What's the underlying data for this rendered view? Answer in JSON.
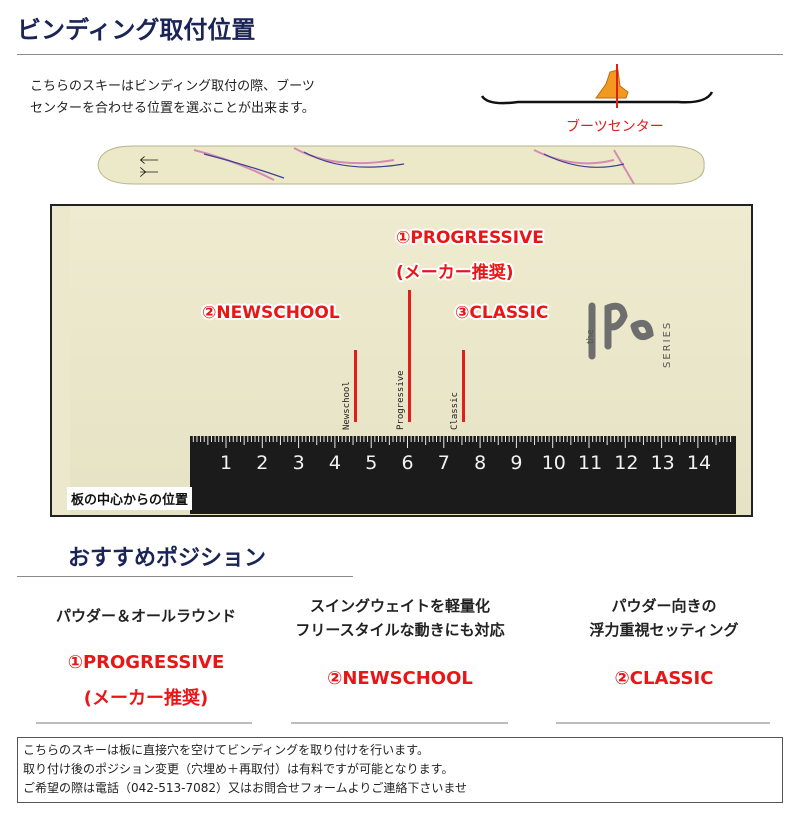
{
  "page": {
    "title": "ビンディング取付位置",
    "intro_lines": [
      "こちらのスキーはビンディング取付の際、ブーツ",
      "センターを合わせる位置を選ぶことが出来ます。"
    ],
    "boot_center_label": "ブーツセンター"
  },
  "photo": {
    "callouts": {
      "progressive_line1": "①PROGRESSIVE",
      "progressive_line2": "(メーカー推奨)",
      "newschool": "②NEWSCHOOL",
      "classic": "③CLASSIC"
    },
    "mount_labels": [
      "Newschool",
      "Progressive",
      "Classic"
    ],
    "ruler_numbers": [
      "1",
      "2",
      "3",
      "4",
      "5",
      "6",
      "7",
      "8",
      "9",
      "10",
      "11",
      "12",
      "13",
      "14"
    ],
    "caption": "板の中心からの位置",
    "brand_mark": "the",
    "series_text": "SERIES"
  },
  "recommend": {
    "title": "おすすめポジション",
    "columns": [
      {
        "heading_lines": [
          "パウダー＆オールラウンド"
        ],
        "value_lines": [
          "①PROGRESSIVE",
          "(メーカー推奨)"
        ]
      },
      {
        "heading_lines": [
          "スイングウェイトを軽量化",
          "フリースタイルな動きにも対応"
        ],
        "value_lines": [
          "②NEWSCHOOL"
        ]
      },
      {
        "heading_lines": [
          "パウダー向きの",
          "浮力重視セッティング"
        ],
        "value_lines": [
          "②CLASSIC"
        ]
      }
    ]
  },
  "notes": [
    "こちらのスキーは板に直接穴を空けてビンディングを取り付けを行います。",
    "取り付け後のポジション変更（穴埋め＋再取付）は有料ですが可能となります。",
    "ご希望の際は電話（042-513-7082）又はお問合せフォームよりご連絡下さいませ"
  ],
  "colors": {
    "title": "#1a2456",
    "accent_red": "#e31c1c"
  }
}
